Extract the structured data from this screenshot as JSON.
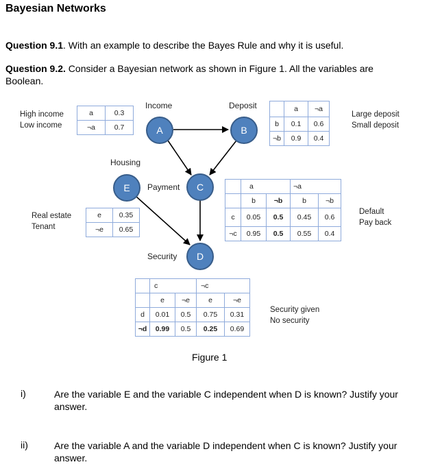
{
  "title": "Bayesian Networks",
  "q91": {
    "label": "Question 9.1",
    "text": ". With an example to describe the Bayes Rule and why it is useful."
  },
  "q92": {
    "label": "Question 9.2.",
    "text": " Consider a Bayesian network as shown in Figure 1. All the variables are Boolean."
  },
  "nodes": {
    "A": {
      "letter": "A",
      "name": "Income"
    },
    "B": {
      "letter": "B",
      "name": "Deposit"
    },
    "E": {
      "letter": "E",
      "name": "Housing"
    },
    "C": {
      "letter": "C",
      "name": "Payment"
    },
    "D": {
      "letter": "D",
      "name": "Security"
    }
  },
  "income_labels": [
    "High income",
    "Low income"
  ],
  "income_table": [
    [
      "a",
      "0.3"
    ],
    [
      "¬a",
      "0.7"
    ]
  ],
  "housing_labels": [
    "Real estate",
    "Tenant"
  ],
  "housing_table": [
    [
      "e",
      "0.35"
    ],
    [
      "¬e",
      "0.65"
    ]
  ],
  "deposit_labels": [
    "Large deposit",
    "Small deposit"
  ],
  "deposit_table": {
    "header": [
      "",
      "a",
      "¬a"
    ],
    "rows": [
      [
        "b",
        "0.1",
        "0.6"
      ],
      [
        "¬b",
        "0.9",
        "0.4"
      ]
    ]
  },
  "payment_labels": [
    "Default",
    "Pay back"
  ],
  "payment_table": {
    "h1": [
      "",
      "a",
      "¬a"
    ],
    "h2": [
      "",
      "b",
      "¬b",
      "b",
      "¬b"
    ],
    "rows": [
      [
        "c",
        "0.05",
        "0.5",
        "0.45",
        "0.6"
      ],
      [
        "¬c",
        "0.95",
        "0.5",
        "0.55",
        "0.4"
      ]
    ]
  },
  "security_labels": [
    "Security given",
    "No security"
  ],
  "security_table": {
    "h1": [
      "",
      "c",
      "¬c"
    ],
    "h2": [
      "",
      "e",
      "¬e",
      "e",
      "¬e"
    ],
    "rows": [
      [
        "d",
        "0.01",
        "0.5",
        "0.75",
        "0.31"
      ],
      [
        "¬d",
        "0.99",
        "0.5",
        "0.25",
        "0.69"
      ]
    ]
  },
  "figure_caption": "Figure 1",
  "items": [
    {
      "num": "i)",
      "text": "Are the variable E and the variable C independent when D is known? Justify your answer."
    },
    {
      "num": "ii)",
      "text": "Are the variable A and the variable D independent when C is known? Justify your answer."
    }
  ]
}
